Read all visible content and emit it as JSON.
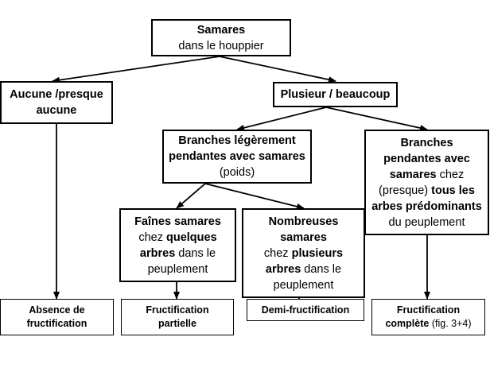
{
  "nodes": {
    "root": {
      "bold": "Samares",
      "normal": "dans le houppier"
    },
    "none": {
      "line1": "Aucune /presque",
      "line2": "aucune"
    },
    "many": {
      "label": "Plusieur / beaucoup"
    },
    "slight": {
      "l1": "Branches légèrement",
      "l2": "pendantes avec samares",
      "l3": "(poids)"
    },
    "pendant": {
      "l1": "Branches",
      "l2": "pendantes avec",
      "l3_bold": "samares",
      "l3_rest": " chez",
      "l4_a": "(presque) ",
      "l4_bold": "tous les",
      "l5": "arbes prédominants",
      "l6": "du peuplement"
    },
    "few": {
      "l1": "Faînes samares",
      "l2_a": "chez ",
      "l2_bold": "quelques",
      "l3_bold": "arbres",
      "l3_rest": " dans le",
      "l4": "peuplement"
    },
    "numerous": {
      "l1": "Nombreuses",
      "l2": "samares",
      "l3_a": "chez ",
      "l3_bold": "plusieurs",
      "l4_bold": "arbres",
      "l4_rest": " dans le",
      "l5": "peuplement"
    },
    "absence": {
      "l1": "Absence de",
      "l2": "fructification"
    },
    "partial": {
      "l1": "Fructification",
      "l2": "partielle"
    },
    "semi": {
      "label": "Demi-fructification"
    },
    "complete": {
      "l1": "Fructification",
      "l2_bold": "complète",
      "l2_rest": " (fig. 3+4)"
    }
  }
}
